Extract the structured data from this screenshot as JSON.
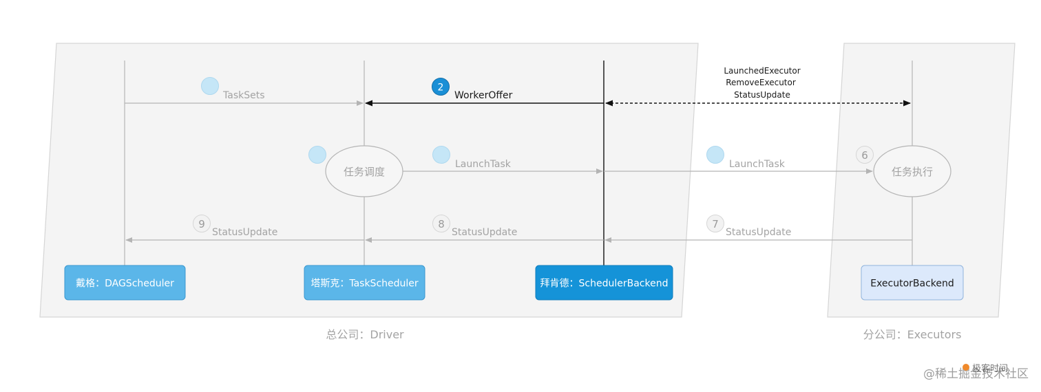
{
  "regions": {
    "driver_caption": "总公司：Driver",
    "executors_caption": "分公司：Executors"
  },
  "components": {
    "dag": "戴格：DAGScheduler",
    "task": "塔斯克：TaskScheduler",
    "backend": "拜肯德：SchedulerBackend",
    "executor_backend": "ExecutorBackend"
  },
  "processes": {
    "scheduling": "任务调度",
    "execution": "任务执行"
  },
  "messages": {
    "tasksets": "TaskSets",
    "workeroffer": "WorkerOffer",
    "launched_executor": "LaunchedExecutor",
    "remove_executor": "RemoveExecutor",
    "status_update_top": "StatusUpdate",
    "launchtask_1": "LaunchTask",
    "launchtask_2": "LaunchTask",
    "statusupdate_9": "StatusUpdate",
    "statusupdate_8": "StatusUpdate",
    "statusupdate_7": "StatusUpdate"
  },
  "steps": {
    "s2": "2",
    "s6": "6",
    "s7": "7",
    "s8": "8",
    "s9": "9"
  },
  "watermark": {
    "text": "@稀土掘金技术社区",
    "logo_text": "极客时间"
  },
  "colors": {
    "region_fill": "#f4f4f4",
    "region_stroke": "#d5d5d5",
    "blue_box": "#5bb6e9",
    "blue_box_border": "#3a97cf",
    "active_box": "#1593d8",
    "executor_box": "#dce9fb",
    "step_faded": "#c5e6f7",
    "step_active": "#1a8fd6",
    "line_faded": "#b4b4b4",
    "line_active": "#111111"
  }
}
